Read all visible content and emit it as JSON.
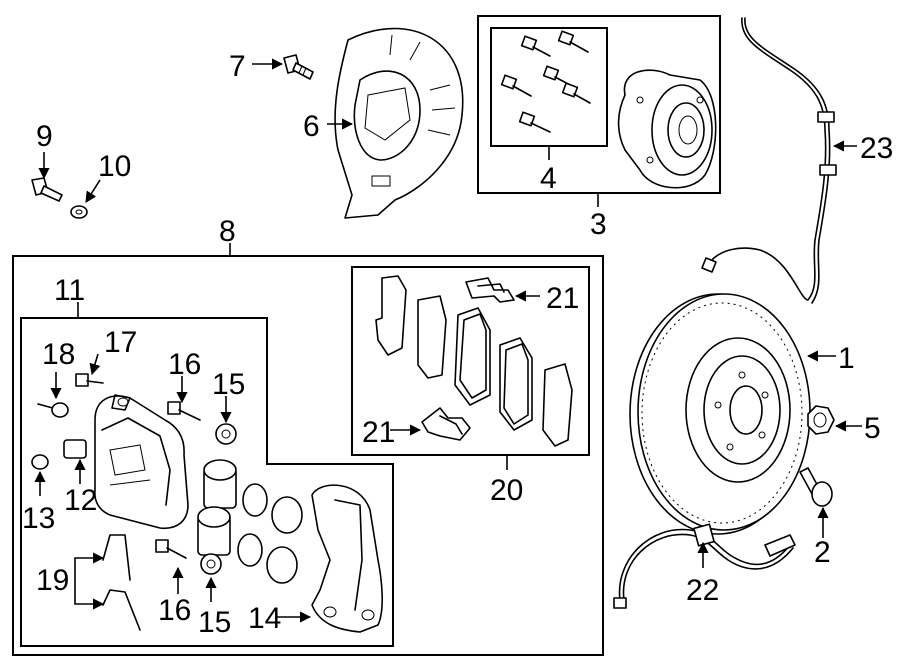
{
  "callouts": {
    "c1": "1",
    "c2": "2",
    "c3": "3",
    "c4": "4",
    "c5": "5",
    "c6": "6",
    "c7": "7",
    "c8": "8",
    "c9": "9",
    "c10": "10",
    "c11": "11",
    "c12": "12",
    "c13": "13",
    "c14": "14",
    "c15a": "15",
    "c15b": "15",
    "c16a": "16",
    "c16b": "16",
    "c17": "17",
    "c18": "18",
    "c19": "19",
    "c20": "20",
    "c21a": "21",
    "c21b": "21",
    "c22": "22",
    "c23": "23"
  }
}
